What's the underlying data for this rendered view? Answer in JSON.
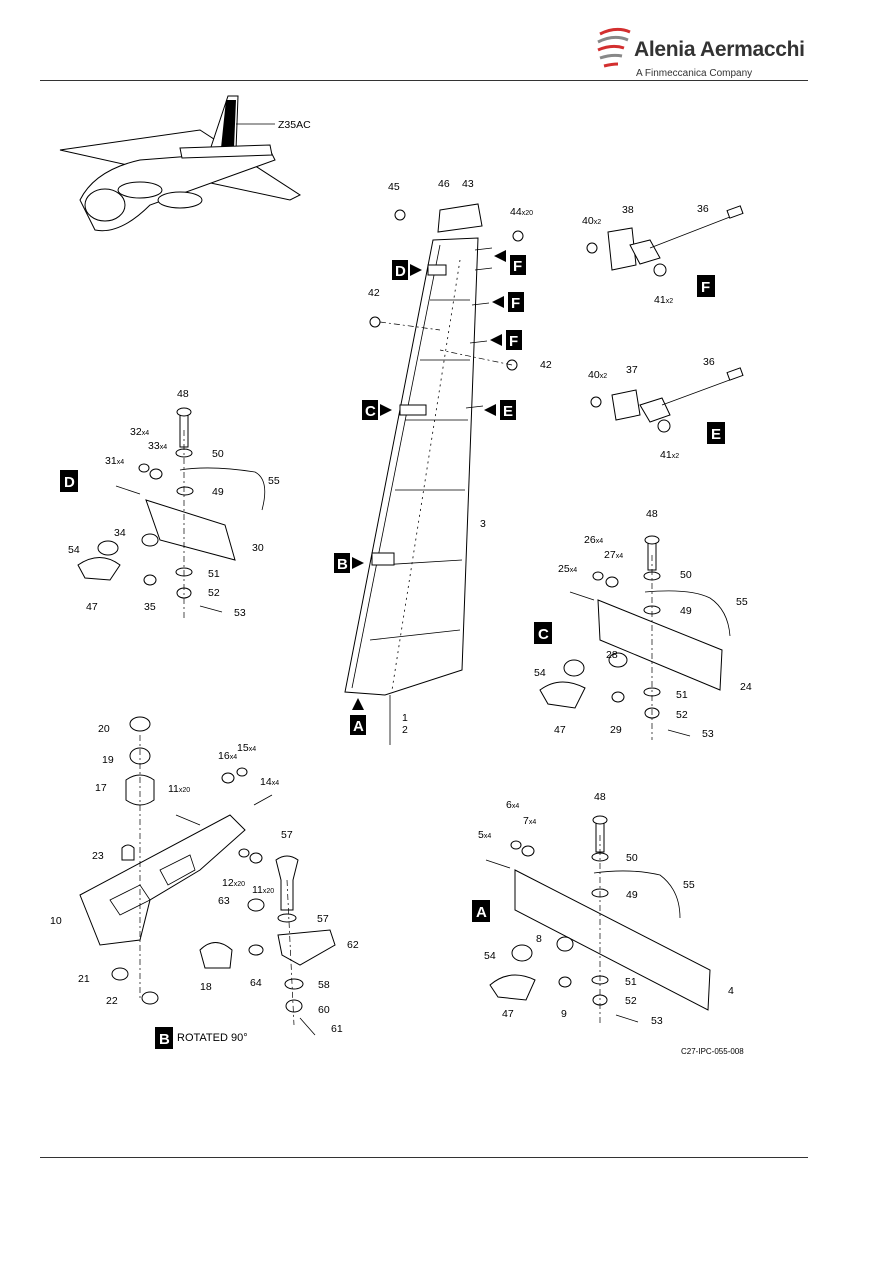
{
  "header": {
    "brand_name": "Alenia Aermacchi",
    "brand_sub": "A Finmeccanica Company",
    "logo_colors": [
      "#d32f2f",
      "#888888"
    ]
  },
  "locator": {
    "zone": "Z35AC"
  },
  "views": {
    "A": {
      "tag": "A"
    },
    "B": {
      "tag": "B",
      "note": "ROTATED 90°"
    },
    "C": {
      "tag": "C"
    },
    "D": {
      "tag": "D"
    },
    "E": {
      "tag": "E"
    },
    "F": {
      "tag": "F"
    }
  },
  "callouts": {
    "main": [
      "45",
      "46",
      "43",
      "44",
      "42",
      "42",
      "3",
      "1",
      "2"
    ],
    "view_F": [
      "40",
      "38",
      "36",
      "41"
    ],
    "view_E": [
      "40",
      "37",
      "36",
      "41"
    ],
    "view_D": [
      "48",
      "32",
      "33",
      "31",
      "50",
      "55",
      "49",
      "34",
      "54",
      "30",
      "51",
      "52",
      "47",
      "35",
      "53"
    ],
    "view_C": [
      "48",
      "26",
      "27",
      "25",
      "50",
      "55",
      "49",
      "28",
      "54",
      "24",
      "51",
      "52",
      "47",
      "29",
      "53"
    ],
    "view_B": [
      "20",
      "19",
      "17",
      "16",
      "15",
      "11",
      "14",
      "23",
      "57",
      "12",
      "11",
      "63",
      "57",
      "10",
      "62",
      "21",
      "18",
      "64",
      "58",
      "22",
      "60",
      "61"
    ],
    "view_A": [
      "48",
      "6",
      "7",
      "5",
      "50",
      "55",
      "49",
      "8",
      "54",
      "4",
      "51",
      "52",
      "47",
      "9",
      "53"
    ]
  },
  "quantities": {
    "x2": "x2",
    "x4": "x4",
    "x20": "x20"
  },
  "footer": {
    "doc_id": "C27-IPC-055-008"
  }
}
